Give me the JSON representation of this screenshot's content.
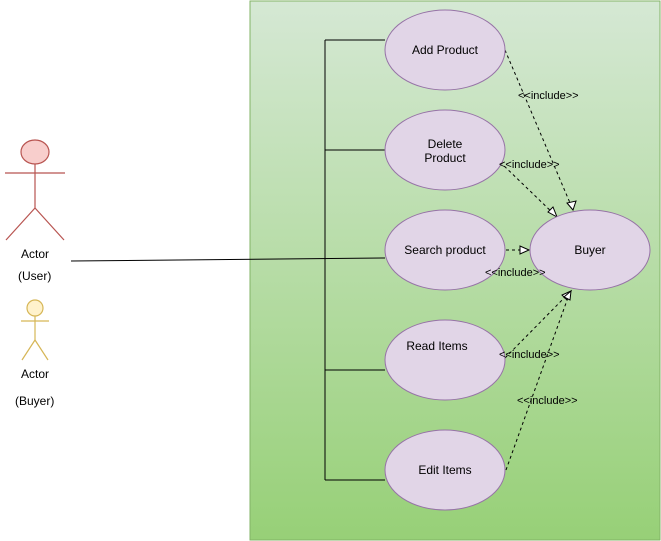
{
  "actors": [
    {
      "id": "user",
      "name": "Actor",
      "role": "(User)",
      "color": "#b85450",
      "fill": "#f8cecc"
    },
    {
      "id": "buyer",
      "name": "Actor",
      "role": "(Buyer)",
      "color": "#d6b656",
      "fill": "#fff2cc"
    }
  ],
  "system_boundary": {
    "fill_top": "#d5e8d4",
    "fill_bottom": "#97d077",
    "border": "#82b366"
  },
  "use_cases": [
    {
      "id": "add",
      "label": "Add Product"
    },
    {
      "id": "delete",
      "label": "Delete\nProduct"
    },
    {
      "id": "search",
      "label": "Search product"
    },
    {
      "id": "read",
      "label": "Read Items"
    },
    {
      "id": "edit",
      "label": "Edit Items"
    },
    {
      "id": "buyer",
      "label": "Buyer"
    }
  ],
  "use_case_style": {
    "fill": "#e1d5e7",
    "border": "#9673a6"
  },
  "relations": [
    {
      "from": "add",
      "to": "buyer",
      "label": "<<include>>"
    },
    {
      "from": "delete",
      "to": "buyer",
      "label": "<<include>>"
    },
    {
      "from": "search",
      "to": "buyer",
      "label": "<<include>>"
    },
    {
      "from": "read",
      "to": "buyer",
      "label": "<<include>>"
    },
    {
      "from": "edit",
      "to": "buyer",
      "label": "<<include>>"
    }
  ]
}
